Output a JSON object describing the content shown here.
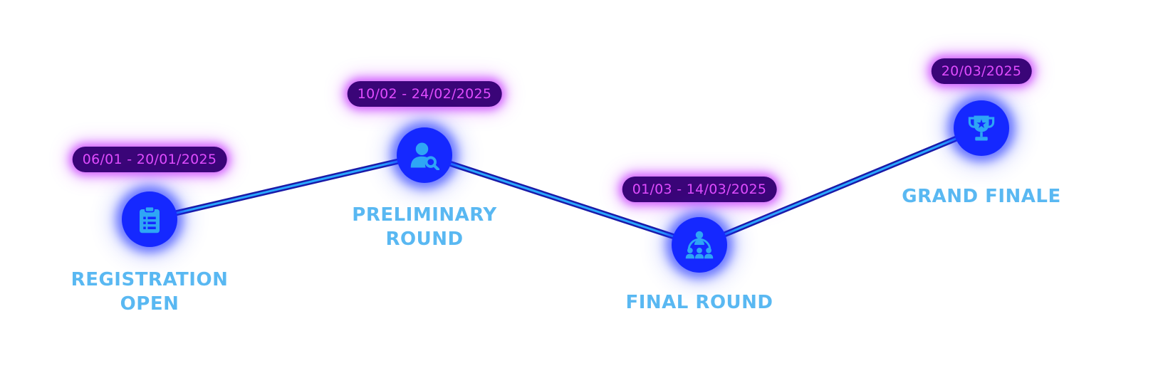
{
  "colors": {
    "node": "#1528ff",
    "line": "#2aa8ff",
    "pill_bg": "#3a0578",
    "pill_text": "#e04cff",
    "label": "#59b8f2"
  },
  "stages": [
    {
      "date": "06/01 - 20/01/2025",
      "label_lines": [
        "REGISTRATION",
        "OPEN"
      ],
      "icon": "clipboard-list-icon"
    },
    {
      "date": "10/02 - 24/02/2025",
      "label_lines": [
        "PRELIMINARY",
        "ROUND"
      ],
      "icon": "user-search-icon"
    },
    {
      "date": "01/03 - 14/03/2025",
      "label_lines": [
        "FINAL ROUND"
      ],
      "icon": "group-icon"
    },
    {
      "date": "20/03/2025",
      "label_lines": [
        "GRAND FINALE"
      ],
      "icon": "trophy-icon"
    }
  ]
}
